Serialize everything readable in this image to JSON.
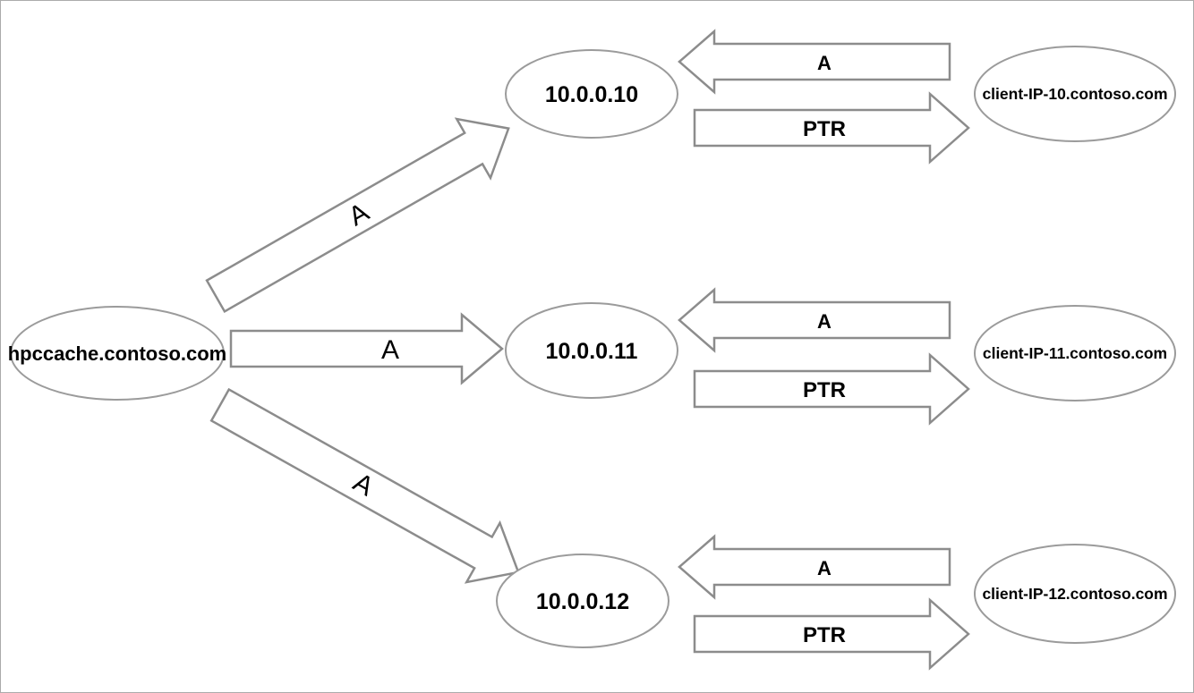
{
  "colors": {
    "background": "#ffffff",
    "shape_fill": "#ffffff",
    "arrow_stroke": "#8c8c8c",
    "ellipse_stroke": "#9b9b9b",
    "text": "#000000",
    "page_border": "#ababab"
  },
  "source_node": {
    "label": "hpccache.contoso.com"
  },
  "rows": [
    {
      "ip_label": "10.0.0.10",
      "client_label": "client-IP-10.contoso.com",
      "a_record_from_source_label": "A",
      "a_record_from_client_label": "A",
      "ptr_record_label": "PTR"
    },
    {
      "ip_label": "10.0.0.11",
      "client_label": "client-IP-11.contoso.com",
      "a_record_from_source_label": "A",
      "a_record_from_client_label": "A",
      "ptr_record_label": "PTR"
    },
    {
      "ip_label": "10.0.0.12",
      "client_label": "client-IP-12.contoso.com",
      "a_record_from_source_label": "A",
      "a_record_from_client_label": "A",
      "ptr_record_label": "PTR"
    }
  ]
}
